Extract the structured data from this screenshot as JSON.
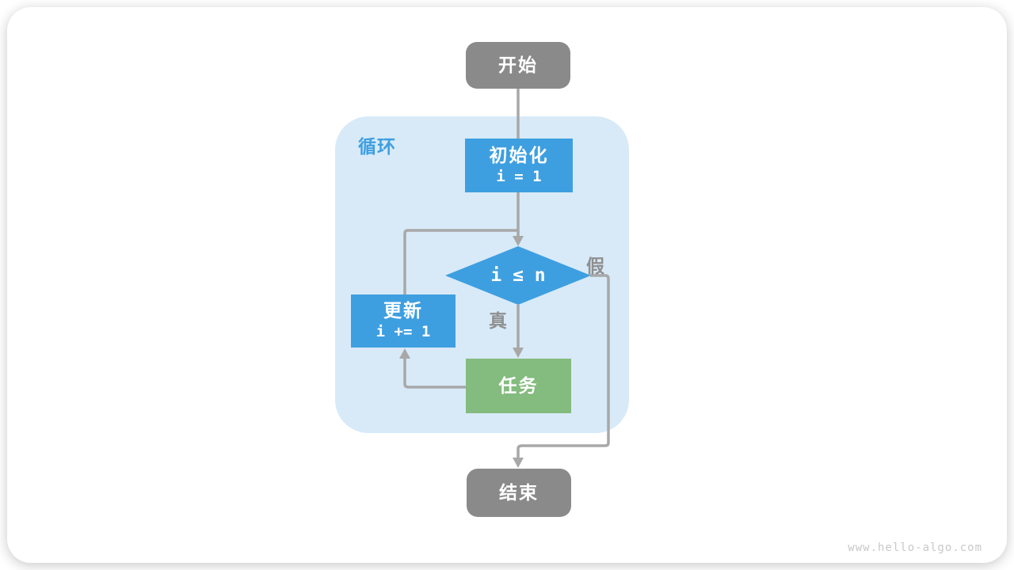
{
  "watermark": "www.hello-algo.com",
  "colors": {
    "node_blue": "#3E9FE0",
    "loop_container_blue": "#D8EAF8",
    "node_green": "#84BB7E",
    "node_gray": "#8A8A8A",
    "connector_gray": "#A8A8A8",
    "edge_label_gray": "#8F8F8F",
    "loop_label_blue": "#3E9FE0",
    "watermark_gray": "#C9C9C9"
  },
  "flowchart": {
    "container_label": "循环",
    "nodes": {
      "start": {
        "label": "开始"
      },
      "init": {
        "title": "初始化",
        "code": "i = 1"
      },
      "condition": {
        "code": "i ≤ n"
      },
      "update": {
        "title": "更新",
        "code": "i += 1"
      },
      "task": {
        "label": "任务"
      },
      "end": {
        "label": "结束"
      }
    },
    "edge_labels": {
      "true": "真",
      "false": "假"
    }
  }
}
